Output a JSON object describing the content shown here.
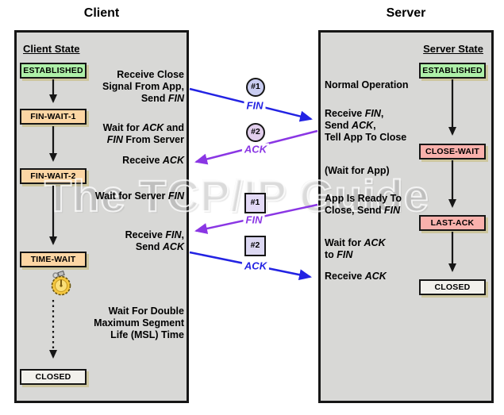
{
  "watermark": "The TCP/IP Guide",
  "client": {
    "title": "Client",
    "heading": "Client State",
    "states": [
      "ESTABLISHED",
      "FIN-WAIT-1",
      "FIN-WAIT-2",
      "TIME-WAIT",
      "CLOSED"
    ],
    "annotations": [
      "Receive Close\nSignal From App,\nSend *FIN*",
      "Wait for *ACK* and\n*FIN* From Server",
      "Receive *ACK*",
      "Wait for Server *FIN*",
      "Receive *FIN*,\nSend *ACK*",
      "Wait For Double\nMaximum Segment\nLife (MSL) Time"
    ]
  },
  "server": {
    "title": "Server",
    "heading": "Server State",
    "states": [
      "ESTABLISHED",
      "CLOSE-WAIT",
      "LAST-ACK",
      "CLOSED"
    ],
    "annotations": [
      "Normal Operation",
      "Receive *FIN*,\nSend *ACK*,\nTell App To Close",
      "(Wait for App)",
      "App Is Ready To\nClose, Send *FIN*",
      "Wait for *ACK*\nto *FIN*",
      "Receive *ACK*"
    ]
  },
  "messages": [
    {
      "badge": "#1",
      "label": "FIN",
      "shape": "circle",
      "direction": "client-to-server",
      "color": "#2323e3"
    },
    {
      "badge": "#2",
      "label": "ACK",
      "shape": "circle",
      "direction": "server-to-client",
      "color": "#8a36e4"
    },
    {
      "badge": "#1",
      "label": "FIN",
      "shape": "square",
      "direction": "server-to-client",
      "color": "#8a36e4"
    },
    {
      "badge": "#2",
      "label": "ACK",
      "shape": "square",
      "direction": "client-to-server",
      "color": "#2323e3"
    }
  ],
  "icons": {
    "timer": "stopwatch-icon"
  },
  "colors": {
    "panel_bg": "#d8d8d6",
    "established_green": "#aef0a8",
    "fin_wait_peach": "#fcd6a4",
    "close_wait_pink": "#f9b1ac",
    "closed_white": "#f2f1ec",
    "box_shadow_tan": "#cdc69e",
    "fin_ack_blue": "#2323e3",
    "fin_ack_purple": "#8a36e4"
  }
}
